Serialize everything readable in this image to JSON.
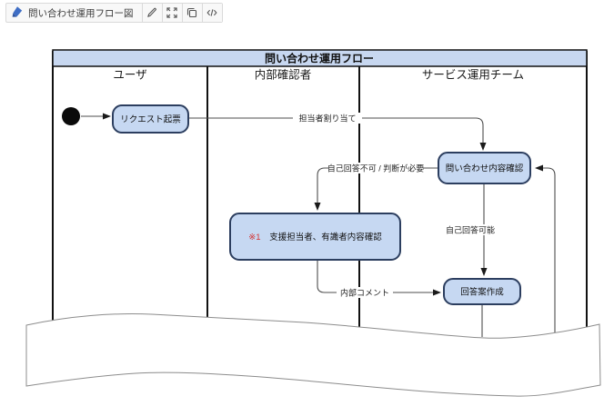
{
  "toolbar": {
    "title": "問い合わせ運用フロー図",
    "icons": {
      "logo": "diagram-logo",
      "edit": "pencil",
      "fullscreen": "expand",
      "copy": "copy",
      "code": "code"
    }
  },
  "diagram": {
    "title": "問い合わせ運用フロー",
    "lanes": [
      {
        "label": "ユーザ"
      },
      {
        "label": "内部確認者"
      },
      {
        "label": "サービス運用チーム"
      }
    ],
    "nodes": {
      "start": {
        "type": "initial-state"
      },
      "request": {
        "label": "リクエスト起票"
      },
      "confirm": {
        "label": "問い合わせ内容確認"
      },
      "expert": {
        "note": "※1",
        "label": "支援担当者、有識者内容確認"
      },
      "draft": {
        "label": "回答案作成"
      }
    },
    "edges": {
      "assign": {
        "label": "担当者割り当て"
      },
      "cannot_self_answer": {
        "label": "自己回答不可 / 判断が必要"
      },
      "self_answer_ok": {
        "label": "自己回答可能"
      },
      "internal_comment": {
        "label": "内部コメント"
      }
    },
    "colors": {
      "node_fill": "#c6d8f2",
      "node_border": "#2c3e5f",
      "band_fill": "#c7d7f0",
      "lane_border": "#111111",
      "edge_color": "#4d4d4d",
      "note_red": "#d43535"
    }
  }
}
